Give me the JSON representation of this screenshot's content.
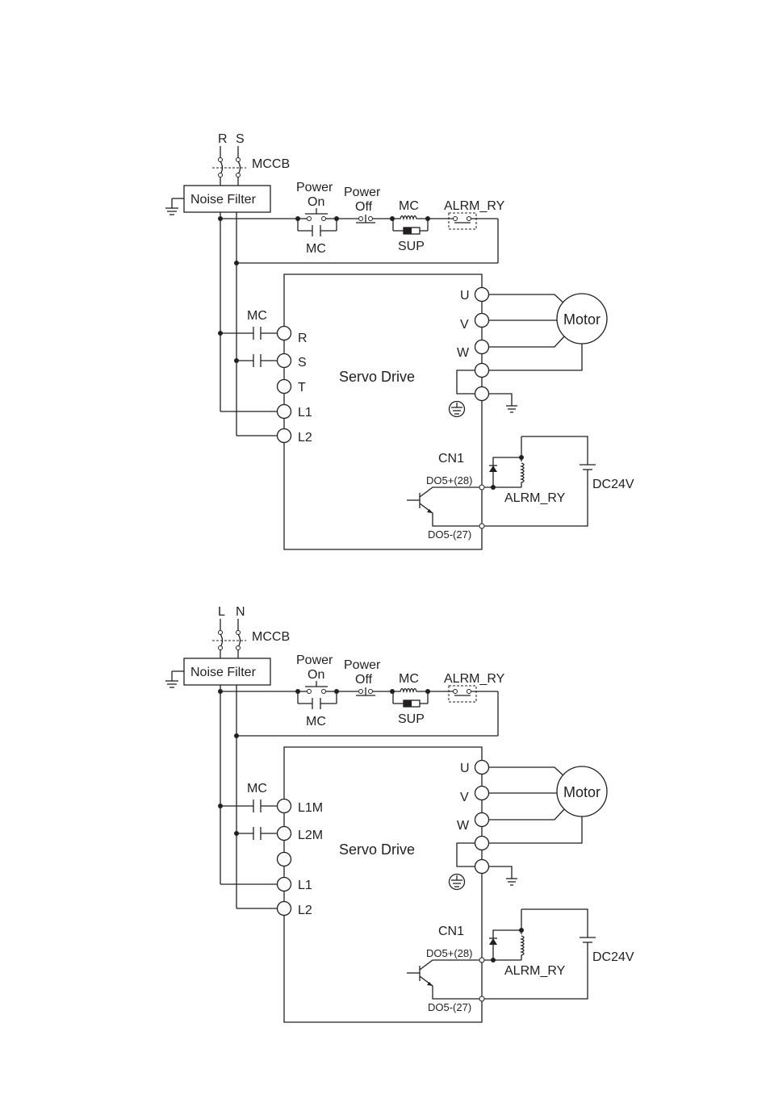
{
  "diagrams": [
    {
      "input_left": "R",
      "input_right": "S",
      "breaker": "MCCB",
      "noise_filter": "Noise Filter",
      "power_on": [
        "Power",
        "On"
      ],
      "power_off": [
        "Power",
        "Off"
      ],
      "mc_coil": "MC",
      "mc_contact": "MC",
      "sup": "SUP",
      "alarm_contact": "ALRM_RY",
      "drive_label": "Servo Drive",
      "motor": "Motor",
      "terminals_left": [
        "R",
        "S",
        "T",
        "L1",
        "L2"
      ],
      "terminals_right": [
        "U",
        "V",
        "W"
      ],
      "mc_line_contact": "MC",
      "cn1": "CN1",
      "do_plus": "DO5+(28)",
      "do_minus": "DO5-(27)",
      "relay": "ALRM_RY",
      "supply": "DC24V"
    },
    {
      "input_left": "L",
      "input_right": "N",
      "breaker": "MCCB",
      "noise_filter": "Noise Filter",
      "power_on": [
        "Power",
        "On"
      ],
      "power_off": [
        "Power",
        "Off"
      ],
      "mc_coil": "MC",
      "mc_contact": "MC",
      "sup": "SUP",
      "alarm_contact": "ALRM_RY",
      "drive_label": "Servo Drive",
      "motor": "Motor",
      "terminals_left": [
        "L1M",
        "L2M",
        "",
        "L1",
        "L2"
      ],
      "terminals_right": [
        "U",
        "V",
        "W"
      ],
      "mc_line_contact": "MC",
      "cn1": "CN1",
      "do_plus": "DO5+(28)",
      "do_minus": "DO5-(27)",
      "relay": "ALRM_RY",
      "supply": "DC24V"
    }
  ]
}
